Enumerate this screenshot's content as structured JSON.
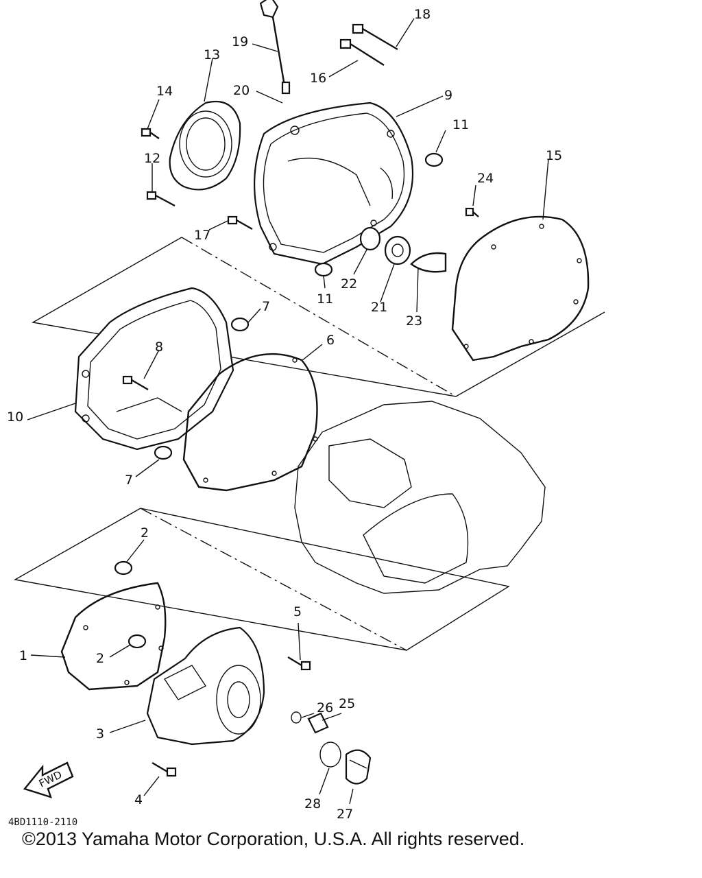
{
  "diagram": {
    "drawing_code": "4BD1110-2110",
    "fwd_label": "FWD",
    "callouts": {
      "c1": "1",
      "c2a": "2",
      "c2b": "2",
      "c3": "3",
      "c4": "4",
      "c5": "5",
      "c6": "6",
      "c7a": "7",
      "c7b": "7",
      "c8": "8",
      "c9": "9",
      "c10": "10",
      "c11a": "11",
      "c11b": "11",
      "c12": "12",
      "c13": "13",
      "c14": "14",
      "c15": "15",
      "c16": "16",
      "c17": "17",
      "c18": "18",
      "c19": "19",
      "c20": "20",
      "c21": "21",
      "c22": "22",
      "c23": "23",
      "c24": "24",
      "c25": "25",
      "c26": "26",
      "c27": "27",
      "c28": "28"
    }
  },
  "footer": {
    "copyright": "©2013 Yamaha Motor Corporation, U.S.A. All rights reserved."
  }
}
